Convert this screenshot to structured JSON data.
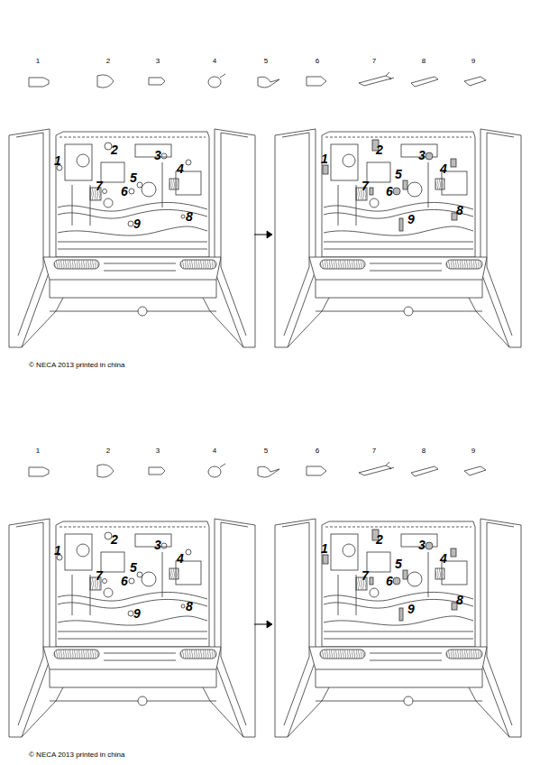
{
  "diagram": {
    "labels": [
      "1",
      "2",
      "3",
      "4",
      "5",
      "6",
      "7",
      "8",
      "9",
      "1",
      "2",
      "3",
      "4",
      "5",
      "6",
      "7",
      "8",
      "9",
      "1",
      "2",
      "3",
      "4",
      "5",
      "6",
      "7",
      "8",
      "9",
      "© NECA 2013 printed in china",
      "1",
      "2",
      "3",
      "4",
      "5",
      "6",
      "7",
      "8",
      "9",
      "1",
      "2",
      "3",
      "4",
      "5",
      "6",
      "7",
      "8",
      "9",
      "1",
      "2",
      "3",
      "4",
      "5",
      "6",
      "7",
      "8",
      "9",
      "© NECA 2013 printed in china"
    ]
  }
}
